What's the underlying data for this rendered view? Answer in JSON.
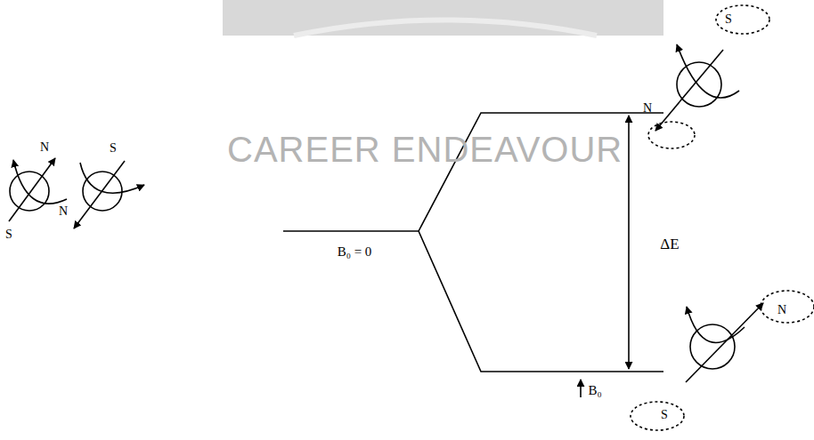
{
  "diagram": {
    "labels": [
      "CAREER ENDEAVOUR",
      "N",
      "S",
      "S",
      "N",
      "B₀ = 0",
      "S",
      "N",
      "ΔE",
      "N",
      "S",
      "B₀"
    ]
  }
}
